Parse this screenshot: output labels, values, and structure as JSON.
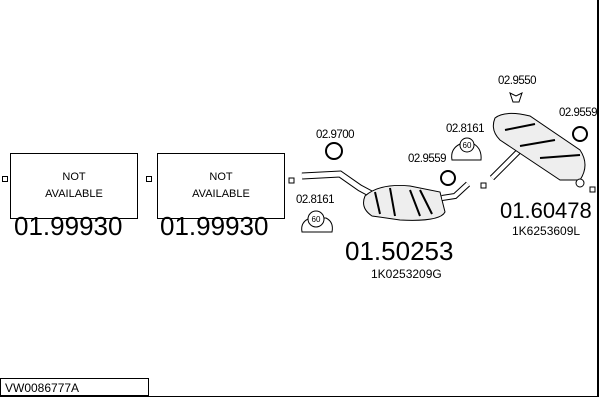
{
  "parts": [
    {
      "number": "01.99930",
      "status": "NOT AVAILABLE"
    },
    {
      "number": "01.99930",
      "status": "NOT AVAILABLE"
    },
    {
      "number": "01.50253",
      "oem": "1K0253209G"
    },
    {
      "number": "01.60478",
      "oem": "1K6253609L"
    }
  ],
  "accessories": [
    "02.9700",
    "02.8161",
    "02.8161",
    "02.9559",
    "02.9550",
    "02.9559"
  ],
  "clamp_size": "60",
  "vehicle_code": "VW0086777A"
}
